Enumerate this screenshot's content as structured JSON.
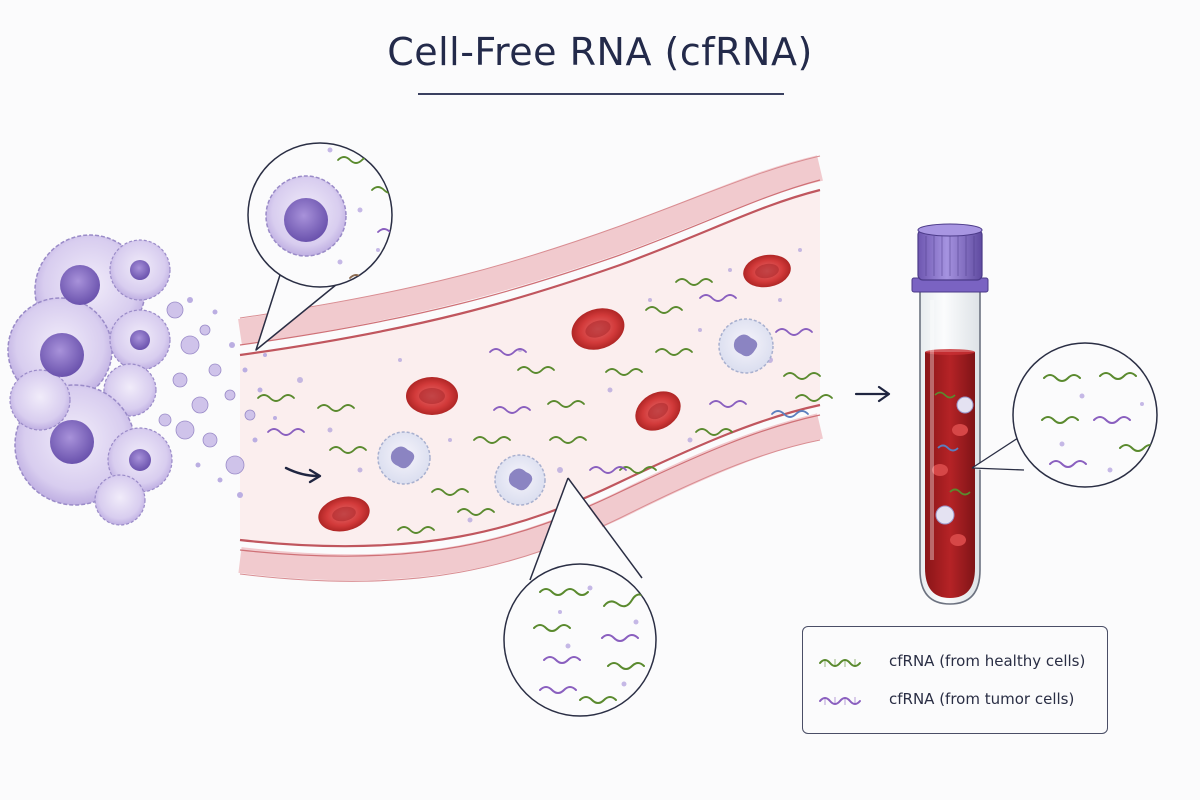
{
  "title": "Cell-Free RNA (cfRNA)",
  "legend": {
    "items": [
      {
        "label": "cfRNA (from healthy cells)",
        "color": "#5a8a2e"
      },
      {
        "label": "cfRNA (from tumor cells)",
        "color": "#8a5fbf"
      }
    ]
  },
  "colors": {
    "healthy_rna": "#5a8a2e",
    "tumor_rna": "#8a5fbf",
    "red_blood_cell": "#c62f2f",
    "vessel_wall": "#d9707a",
    "tumor_cell": "#b9aadc",
    "tube_cap": "#8a70c9",
    "blood_sample": "#a81e22"
  }
}
